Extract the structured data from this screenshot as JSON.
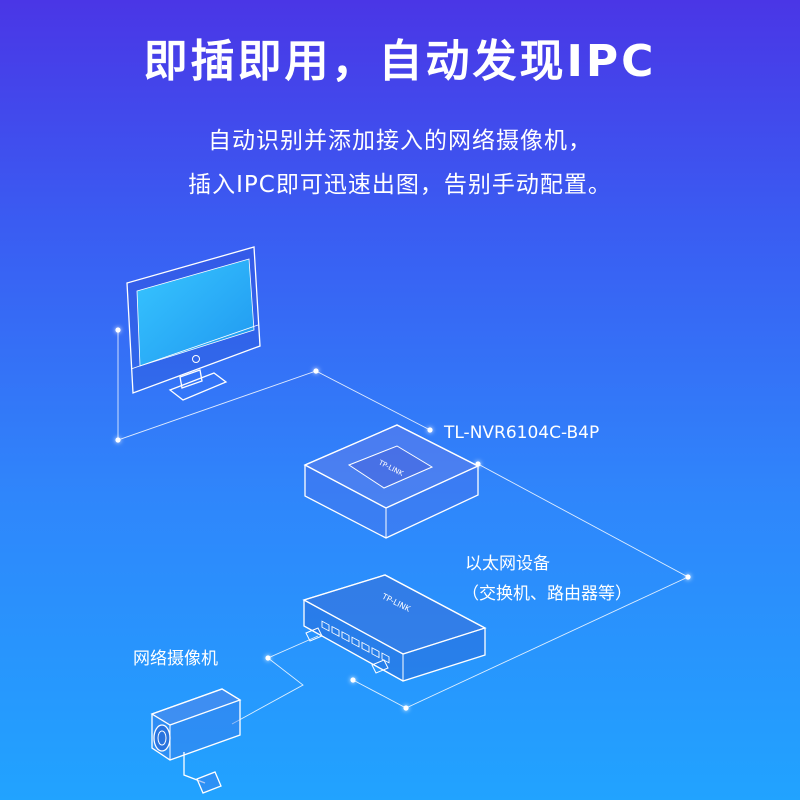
{
  "header": {
    "title": "即插即用，自动发现IPC",
    "subtitle_line1": "自动识别并添加接入的网络摄像机，",
    "subtitle_line2": "插入IPC即可迅速出图，告别手动配置。"
  },
  "devices": {
    "nvr_model": "TL-NVR6104C-B4P",
    "nvr_logo": "TP-LINK",
    "switch_name": "以太网设备",
    "switch_desc": "（交换机、路由器等）",
    "switch_logo": "TP-LINK",
    "camera_name": "网络摄像机"
  },
  "colors": {
    "gradient_top": "#4a36e6",
    "gradient_bottom": "#21a3ff",
    "screen": "#2fb4f6",
    "line": "#ffffff"
  }
}
